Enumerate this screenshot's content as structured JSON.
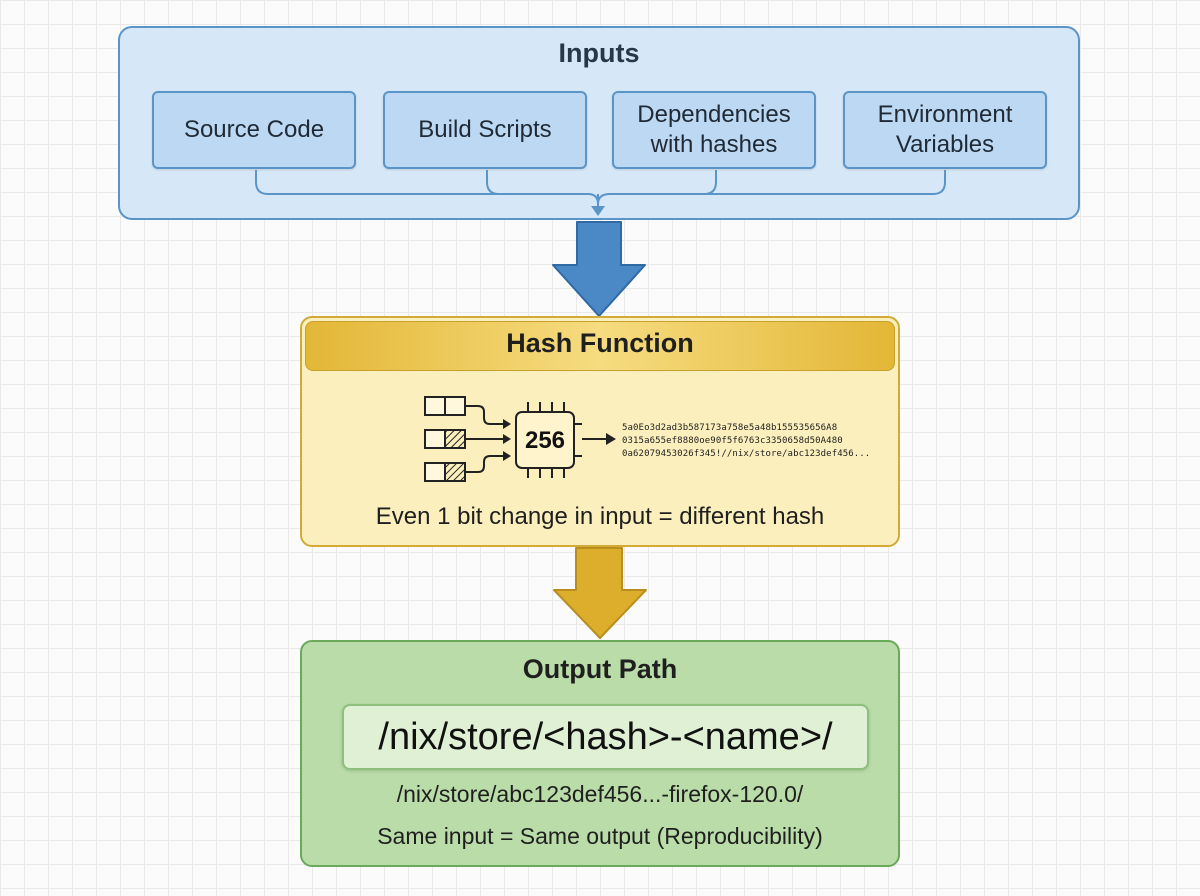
{
  "inputs": {
    "title": "Inputs",
    "items": [
      {
        "label": "Source Code"
      },
      {
        "label": "Build Scripts"
      },
      {
        "label": "Dependencies\nwith hashes"
      },
      {
        "label": "Environment\nVariables"
      }
    ]
  },
  "hash_function": {
    "title": "Hash Function",
    "chip_label": "256",
    "hex_lines": [
      "5a0Eo3d2ad3b587173a758e5a48b155535656A8",
      "0315a655ef8880oe90f5f6763c3350658d50A480",
      "0a62079453026f345!//nix/store/abc123def456..."
    ],
    "caption": "Even 1 bit change in input = different hash"
  },
  "output": {
    "title": "Output Path",
    "path_template": "/nix/store/<hash>-<name>/",
    "example_path": "/nix/store/abc123def456...-firefox-120.0/",
    "note": "Same input = Same output (Reproducibility)"
  },
  "colors": {
    "inputs_fill": "#d6e7f7",
    "inputs_border": "#5b95c8",
    "hash_fill": "#fbefbd",
    "hash_border": "#d2ab36",
    "output_fill": "#b9dca8",
    "output_border": "#6aa85a",
    "blue_arrow": "#4a89c6",
    "gold_arrow": "#dcae2c"
  }
}
